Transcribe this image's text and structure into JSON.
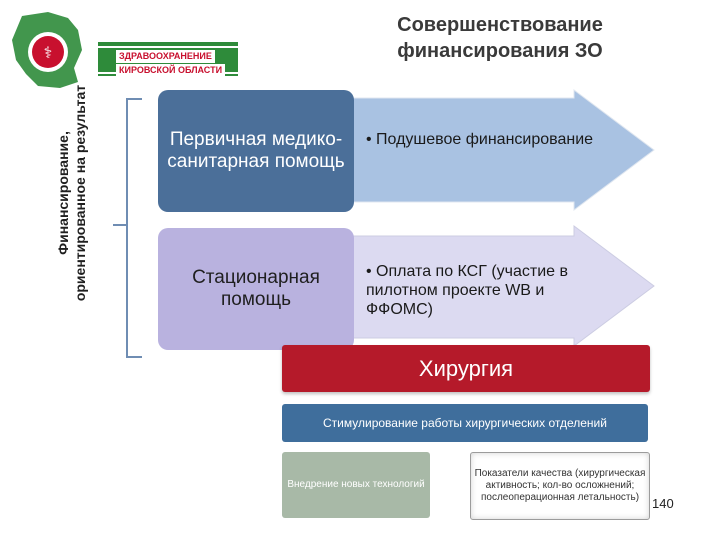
{
  "title": "Совершенствование финансирования ЗО",
  "logo": {
    "line1": "ЗДРАВООХРАНЕНИЕ",
    "line2": "КИРОВСКОЙ ОБЛАСТИ"
  },
  "side_label": "Финансирование, ориентированное на результат",
  "rows": [
    {
      "box_label": "Первичная медико-санитарная помощь",
      "arrow_text": "• Подушевое финансирование"
    },
    {
      "box_label": "Стационарная помощь",
      "arrow_text": "• Оплата по КСГ (участие в пилотном проекте WB и ФФОМС)"
    }
  ],
  "surgery": "Хирургия",
  "stimulation": "Стимулирование работы хирургических отделений",
  "bottom_boxes": {
    "left": "Внедрение новых технологий",
    "right": "Показатели качества (хирургическая активность; кол-во осложнений; послеоперационная летальность)"
  },
  "page_number": "140",
  "colors": {
    "primary_blue": "#4b6f99",
    "lavender": "#b9b2df",
    "surgery_red": "#b51a2a",
    "arrow_light_blue": "#a9c2e2",
    "arrow_light_lavender": "#dcdaf1"
  }
}
